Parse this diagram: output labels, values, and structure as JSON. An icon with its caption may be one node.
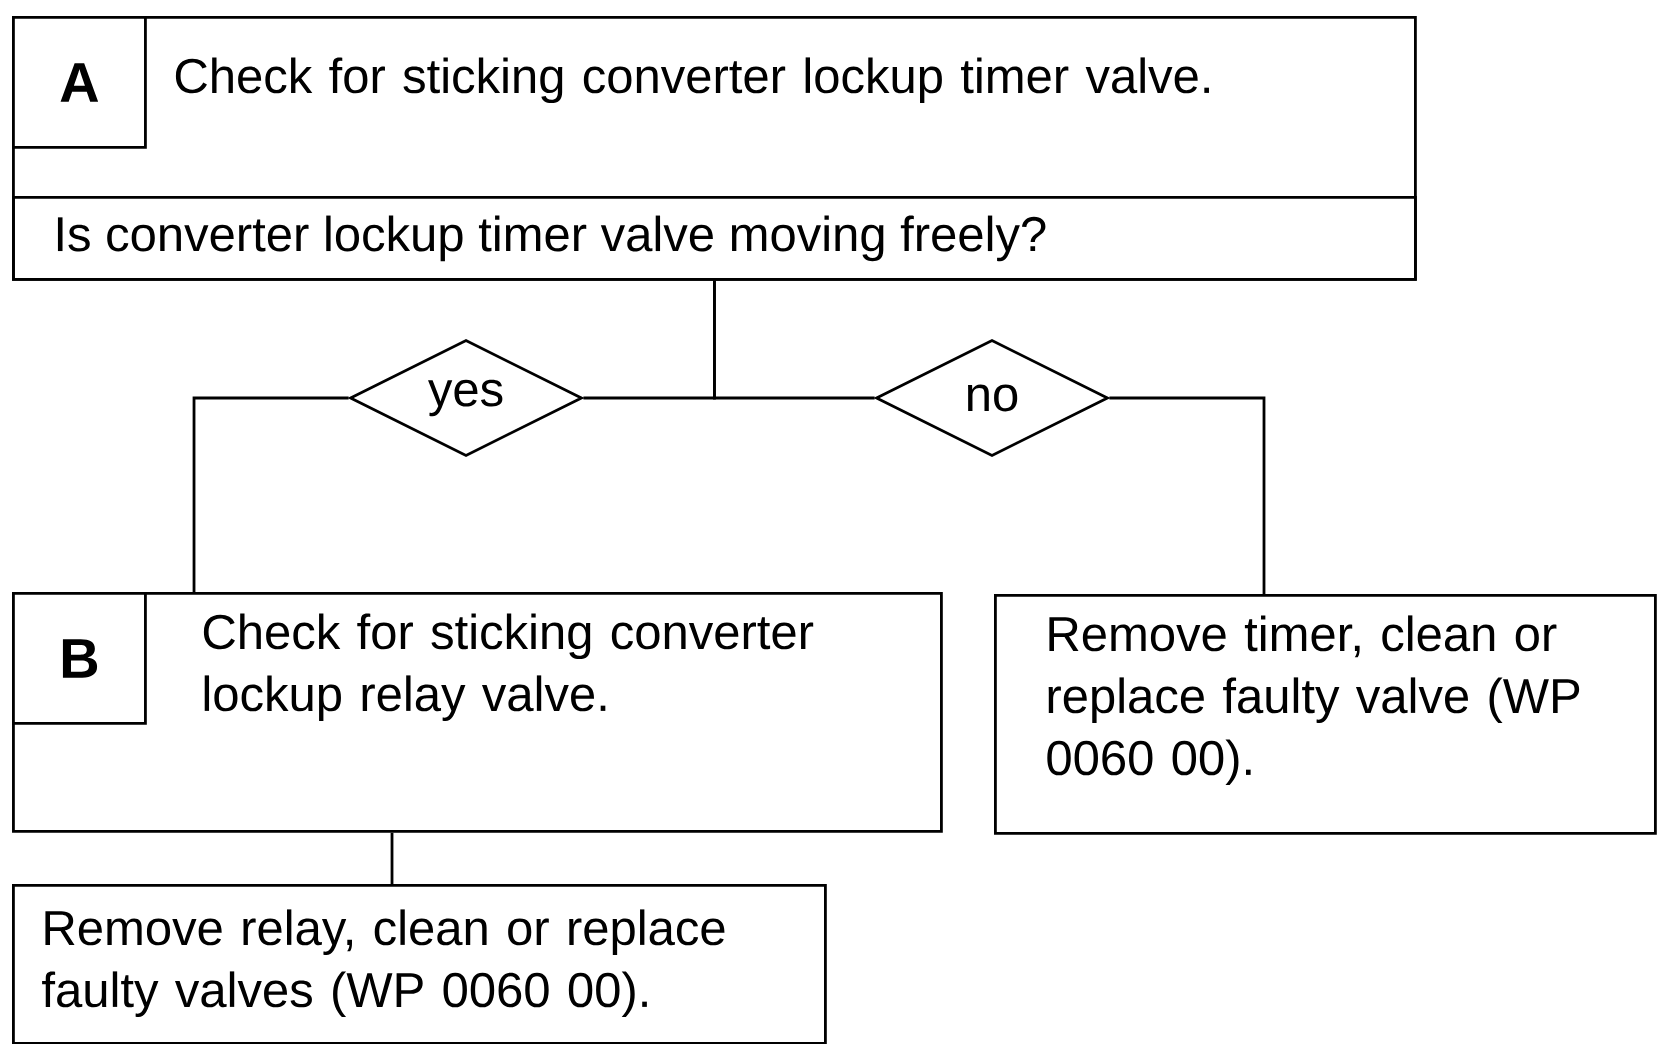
{
  "diagram": {
    "nodes": [
      {
        "text": [
          "Check for sticking converter lockup timer valve."
        ]
      },
      {
        "text": [
          "A"
        ],
        "in": 0
      },
      {
        "text": [
          "Is converter lockup timer valve moving freely?"
        ],
        "in": 0
      },
      {
        "text": [
          "yes"
        ]
      },
      {
        "text": [
          "no"
        ]
      },
      {
        "text": [
          "Check for sticking converter lockup relay valve."
        ]
      },
      {
        "text": [
          "B"
        ],
        "in": 5
      },
      {
        "text": [
          "Remove timer, clean or replace faulty valve (WP 0060 00)."
        ]
      },
      {
        "text": [
          "Remove relay, clean or replace faulty valves (WP 0060 00)."
        ]
      }
    ],
    "edges": [
      {
        "from": 2,
        "to": 3,
        "arrow": "none"
      },
      {
        "from": 3,
        "to": 5,
        "arrow": "none"
      },
      {
        "from": 2,
        "to": 4,
        "arrow": "none"
      },
      {
        "from": 4,
        "to": 7,
        "arrow": "none"
      },
      {
        "from": 5,
        "to": 8,
        "arrow": "none"
      }
    ]
  }
}
